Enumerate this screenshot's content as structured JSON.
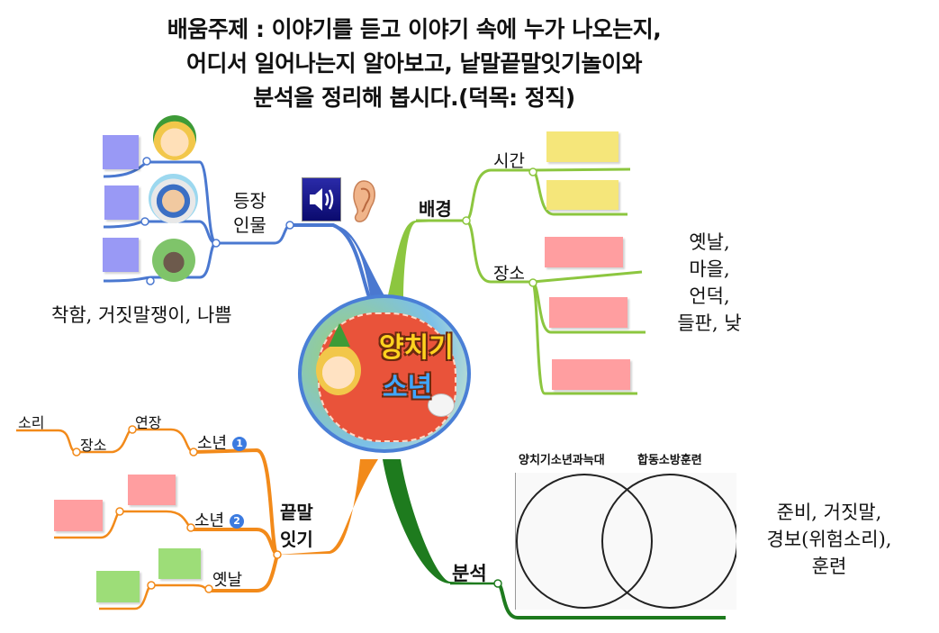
{
  "title": {
    "lines": [
      "배움주제 : 이야기를 듣고 이야기 속에 누가 나오는지,",
      "어디서 일어나는지 알아보고,  낱말끝말잇기놀이와",
      "분석을 정리해 봅시다.(덕목: 정직)"
    ]
  },
  "center": {
    "title_line1": "양치기",
    "title_line2": "소년",
    "image": "boy-who-cried-wolf-cartoon"
  },
  "colors": {
    "characters_branch": "#4a78d0",
    "background_branch": "#8cc63f",
    "wordchain_branch": "#f28a1a",
    "analysis_branch": "#1e7b1e",
    "purple_box": "#9999f5",
    "yellow_box": "#f5e67a",
    "pink_box": "#ff9ea0",
    "green_box": "#9ddd78"
  },
  "characters": {
    "label_line1": "등장",
    "label_line2": "인물",
    "icons": [
      "speaker-icon",
      "ear-icon"
    ],
    "items": [
      {
        "image": "shepherd-boy-face"
      },
      {
        "image": "villagers-with-tools"
      },
      {
        "image": "wolf"
      }
    ],
    "traits": "착함, 거짓말쟁이, 나쁨"
  },
  "background": {
    "label": "배경",
    "time": {
      "label": "시간",
      "boxes": 2
    },
    "place": {
      "label": "장소",
      "boxes": 3
    },
    "answers": [
      "옛날,",
      "마을,",
      "언덕,",
      "들판, 낮"
    ]
  },
  "wordchain": {
    "label_line1": "끝말",
    "label_line2": "잇기",
    "chains": [
      {
        "start": "소년",
        "badge": "1",
        "words": [
          "연장",
          "장소",
          "소리"
        ]
      },
      {
        "start": "소년",
        "badge": "2",
        "words": []
      },
      {
        "start": "옛날",
        "badge": "",
        "words": []
      }
    ]
  },
  "analysis": {
    "label": "분석",
    "venn_left": "양치기소년과늑대",
    "venn_right": "합동소방훈련",
    "answers": [
      "준비, 거짓말,",
      "경보(위험소리),",
      "훈련"
    ]
  }
}
